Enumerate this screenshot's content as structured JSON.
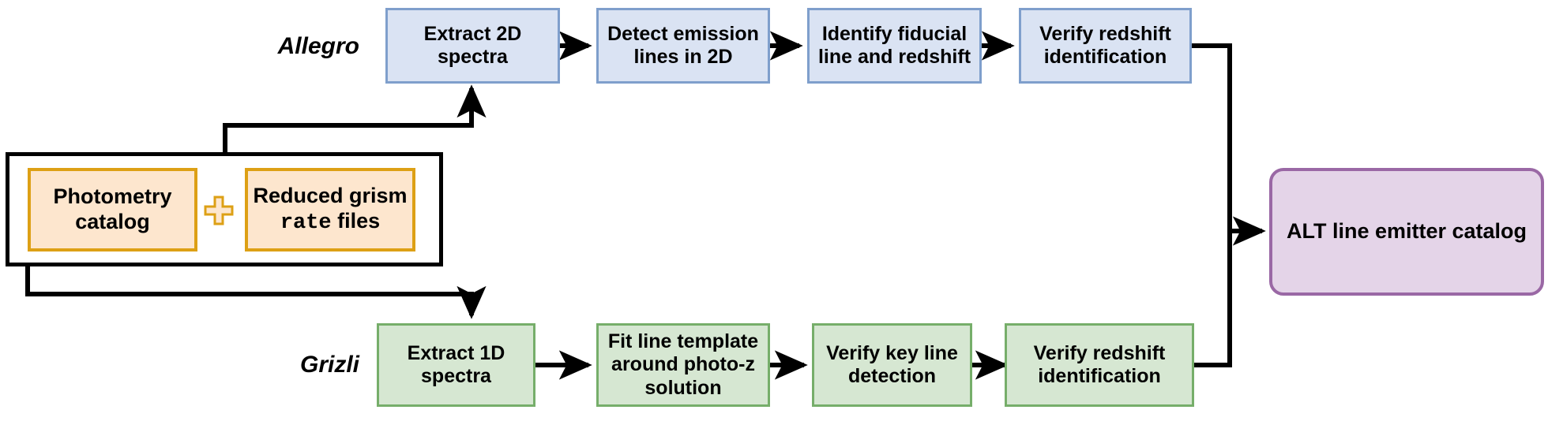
{
  "diagram": {
    "title": "ALT line emitter catalog pipeline flowchart",
    "colors": {
      "blue_fill": "#dae3f3",
      "blue_border": "#7f9fcc",
      "green_fill": "#d6e7d2",
      "green_border": "#76ae6a",
      "orange_fill": "#fde6ce",
      "orange_border": "#dda015",
      "purple_fill": "#e4d4e8",
      "purple_border": "#9a68a5",
      "edge": "#000000"
    }
  },
  "inputs": {
    "group_name": "input-group",
    "photometry": {
      "line1": "Photometry",
      "line2": "catalog"
    },
    "grism": {
      "line1": "Reduced grism",
      "line2_mono": "rate",
      "line2_rest": " files"
    },
    "combiner_icon": "plus-icon"
  },
  "lanes": [
    {
      "id": "allegro",
      "label": "Allegro"
    },
    {
      "id": "grizli",
      "label": "Grizli"
    }
  ],
  "allegro_steps": [
    {
      "id": "extract-2d-spectra",
      "lines": [
        "Extract 2D",
        "spectra"
      ]
    },
    {
      "id": "detect-emission-lines-2d",
      "lines": [
        "Detect emission",
        "lines in 2D"
      ]
    },
    {
      "id": "identify-fiducial-line-redshift",
      "lines": [
        "Identify fiducial",
        "line and redshift"
      ]
    },
    {
      "id": "verify-redshift-identification-allegro",
      "lines": [
        "Verify redshift",
        "identification"
      ]
    }
  ],
  "grizli_steps": [
    {
      "id": "extract-1d-spectra",
      "lines": [
        "Extract 1D",
        "spectra"
      ]
    },
    {
      "id": "fit-line-template",
      "lines": [
        "Fit line template",
        "around photo-z",
        "solution"
      ]
    },
    {
      "id": "verify-key-line-detection",
      "lines": [
        "Verify key line",
        "detection"
      ]
    },
    {
      "id": "verify-redshift-identification-grizli",
      "lines": [
        "Verify redshift",
        "identification"
      ]
    }
  ],
  "output": {
    "id": "alt-line-emitter-catalog",
    "label": "ALT line emitter catalog"
  }
}
